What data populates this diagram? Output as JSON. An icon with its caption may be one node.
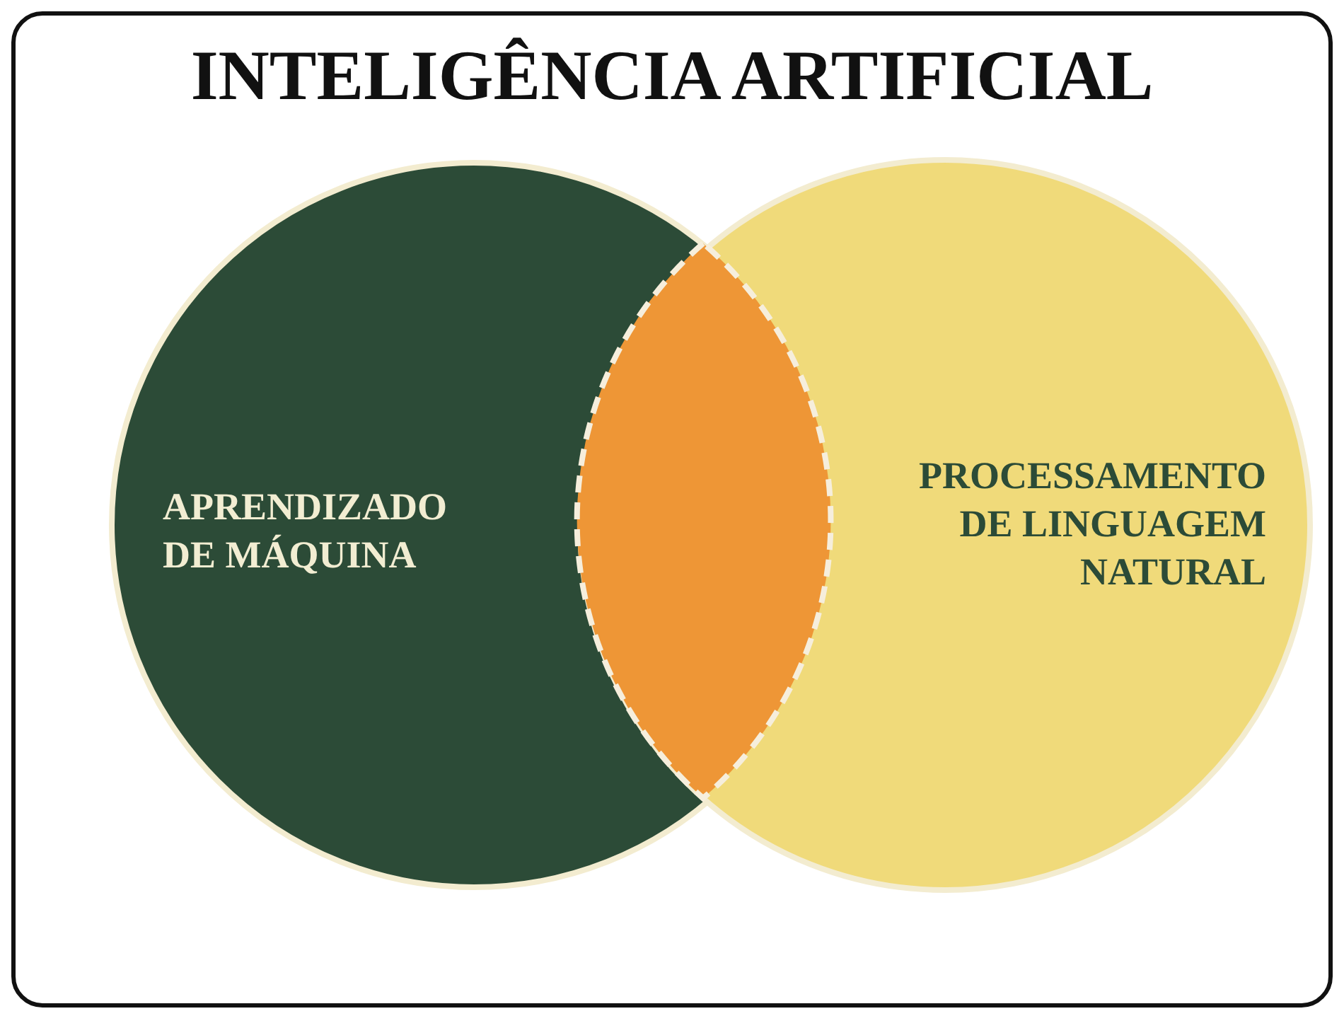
{
  "diagram": {
    "nodes": [
      {
        "text": [
          "INTELIGÊNCIA ARTIFICIAL"
        ]
      },
      {
        "text": [
          "APRENDIZADO DE MÁQUINA"
        ],
        "in": 0
      },
      {
        "text": [],
        "shape": "lens"
      },
      {
        "text": [
          "PROCESSAMENTO DE LINGUAGEM NATURAL"
        ],
        "in": 0
      }
    ],
    "edges": []
  }
}
